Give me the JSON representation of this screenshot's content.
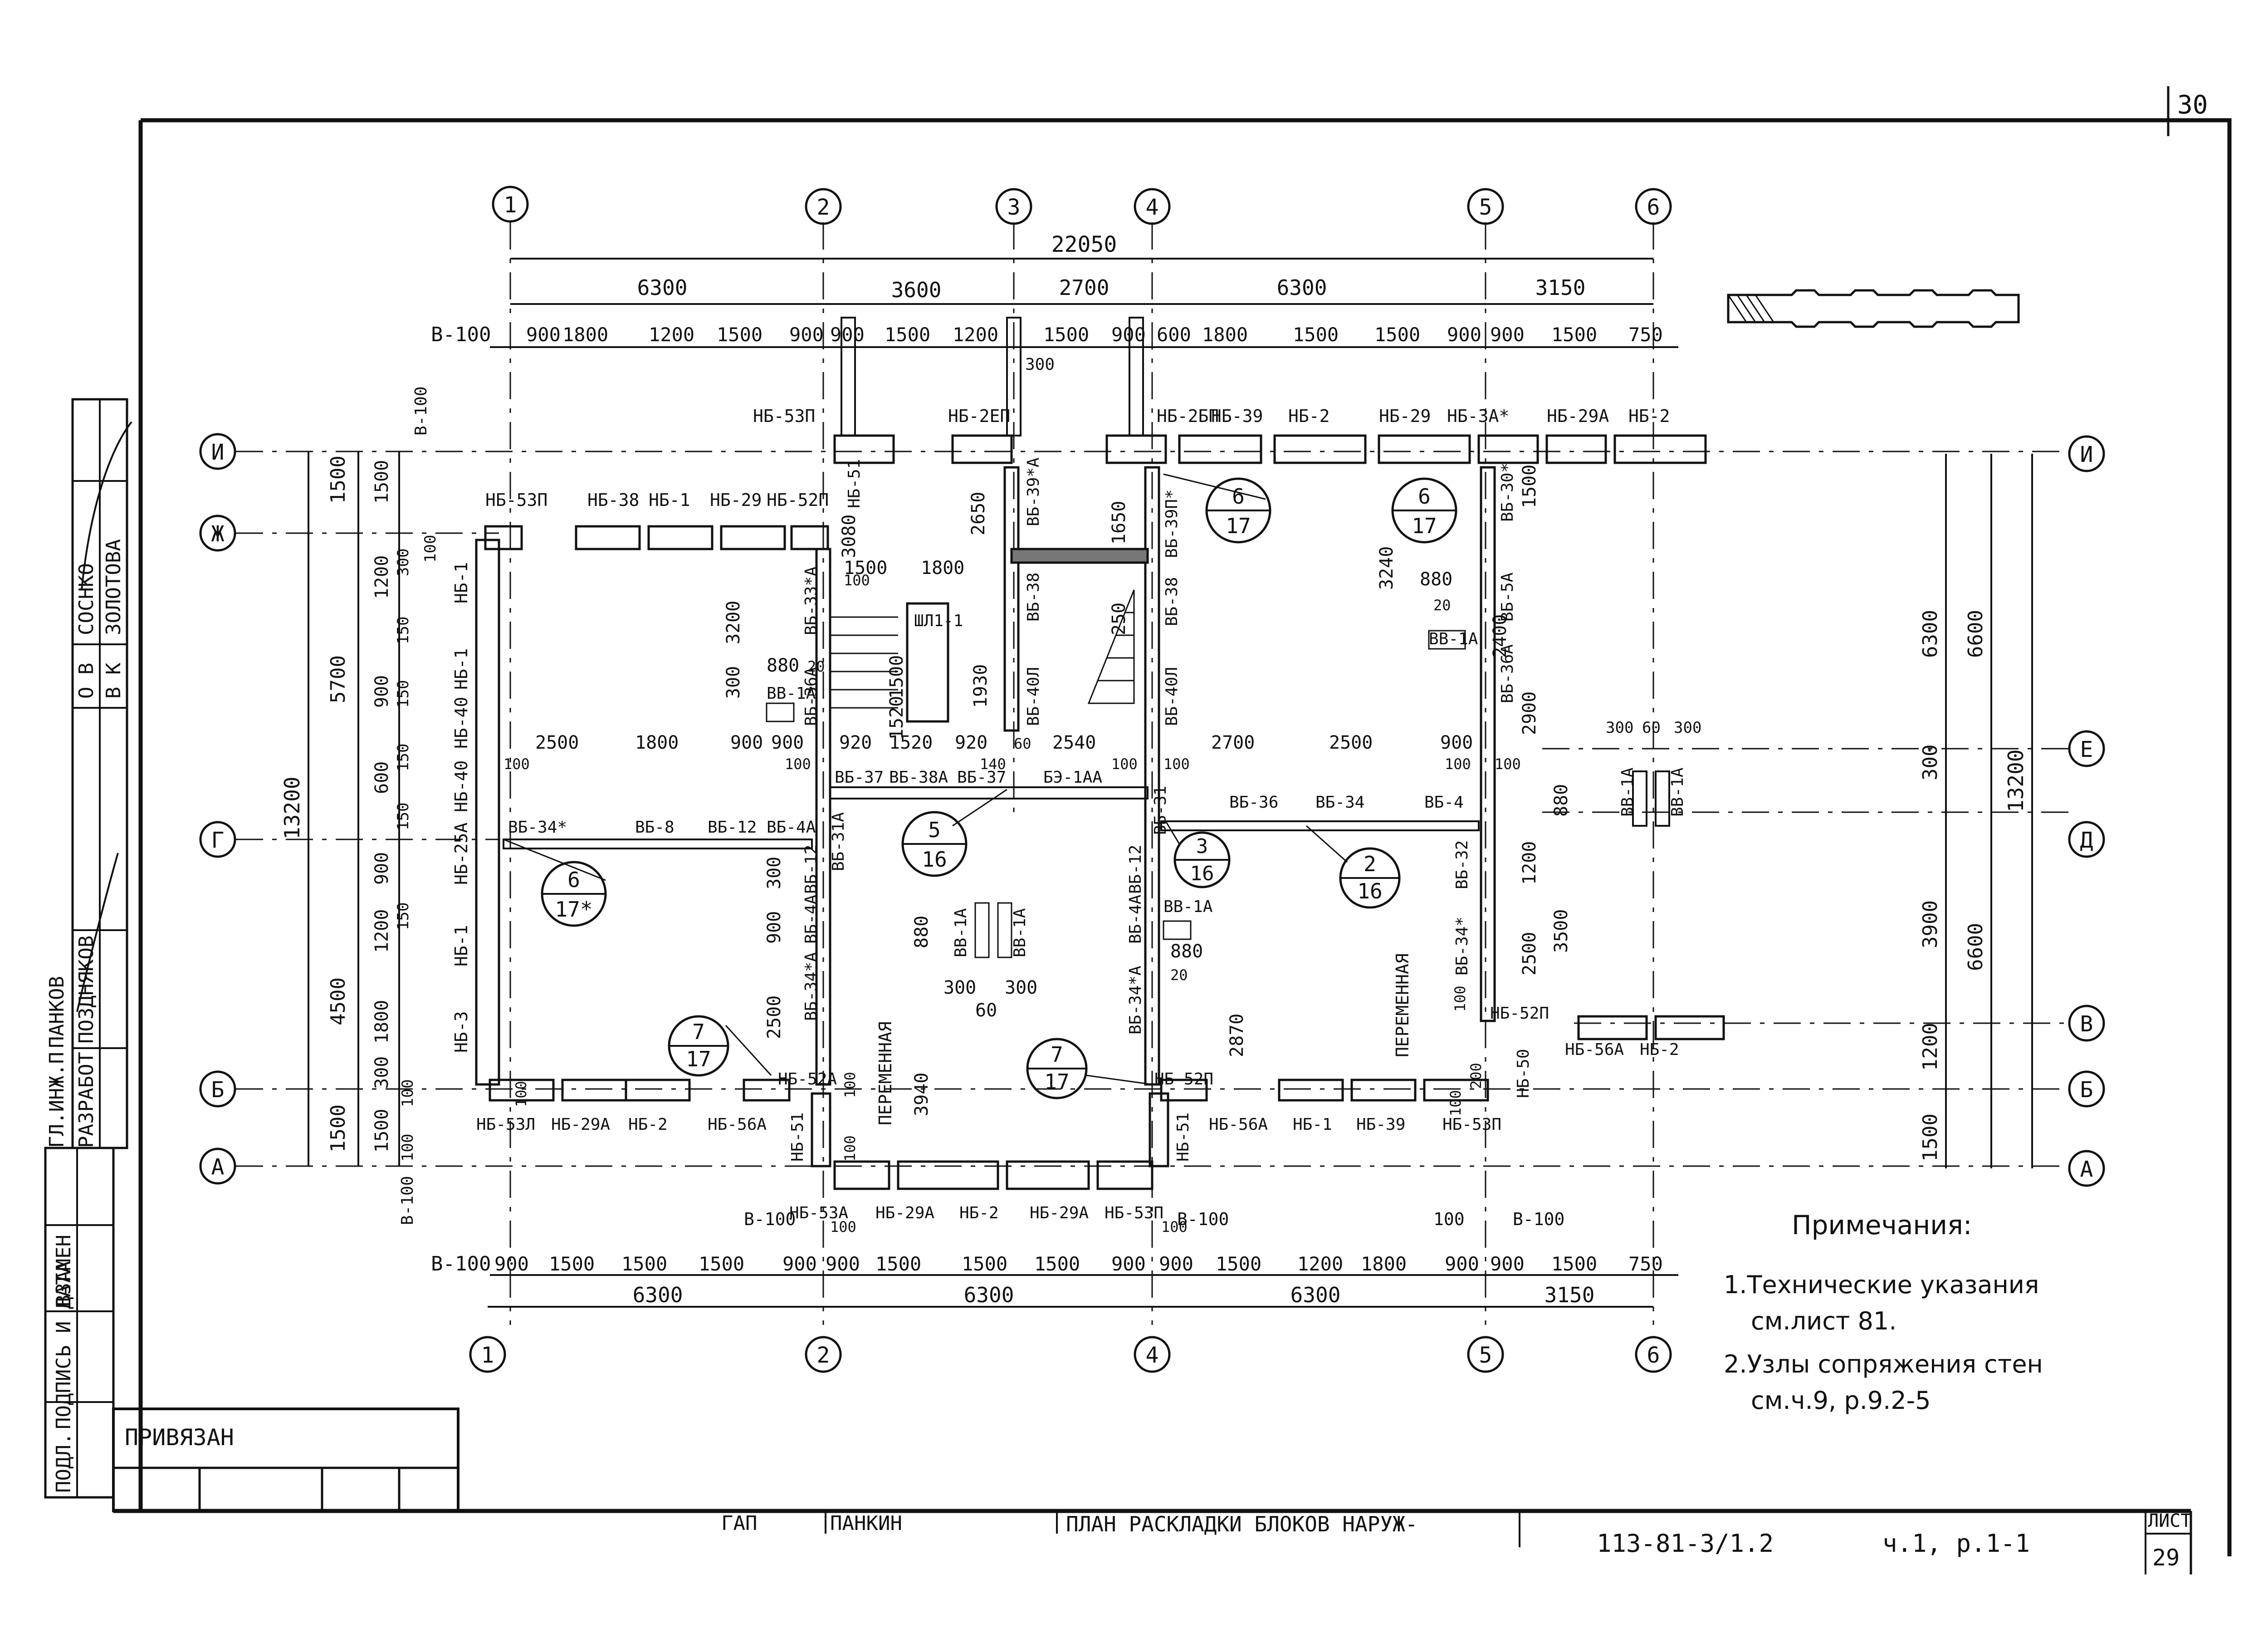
{
  "sheet": {
    "sheet_no_corner": "30",
    "sheet_label": "ЛИСТ",
    "sheet_number": "29",
    "doc_code": "113-81-3/1.2",
    "doc_part": "ч.1, р.1-1",
    "title_line1": "ПЛАН РАСКЛАДКИ БЛОКОВ НАРУЖ-",
    "gap_label": "ГАП",
    "gap_name": "ПАНКИН",
    "privyazan": "ПРИВЯЗАН"
  },
  "side_stamp": {
    "cells": [
      "ГЛ.ИНЖ.П",
      "ПАНКОВ",
      "РАЗРАБОТ",
      "ПОЗДНЯКОВ",
      "О В",
      "В К",
      "СОСНКО",
      "ЗОЛОТОВА"
    ],
    "lower_cells": [
      "ВЗАМЕН",
      "ПОДЛ.",
      "ПОДПИСЬ И ДАТА"
    ]
  },
  "axes": {
    "vertical": [
      "1",
      "2",
      "3",
      "4",
      "5",
      "6"
    ],
    "horizontal_left": [
      "И",
      "Ж",
      "Г",
      "Б",
      "А"
    ],
    "horizontal_right": [
      "И",
      "Е",
      "Д",
      "В",
      "Б",
      "А"
    ]
  },
  "dims_top": {
    "overall": "22050",
    "axis_row": [
      "6300",
      "3600",
      "2700",
      "6300",
      "3150"
    ],
    "detail_label": "В-100",
    "detail_row": [
      "900",
      "1800",
      "1200",
      "1500",
      "900",
      "900",
      "1500",
      "1200",
      "1500",
      "900",
      "600",
      "1800",
      "1500",
      "1500",
      "900",
      "900",
      "1500",
      "750"
    ],
    "small_300": "300"
  },
  "dims_bottom": {
    "axis_row": [
      "6300",
      "6300",
      "6300",
      "3150"
    ],
    "detail_label": "В-100",
    "detail_row": [
      "900",
      "1500",
      "1500",
      "1500",
      "900",
      "900",
      "1500",
      "1500",
      "1500",
      "900",
      "900",
      "1500",
      "1200",
      "1800",
      "900",
      "900",
      "1500",
      "750"
    ]
  },
  "dims_left": {
    "outer": "13200",
    "mid": [
      "5700",
      "4500",
      "1500",
      "1500"
    ],
    "inner": [
      "1500",
      "1200",
      "900",
      "600",
      "900",
      "1200",
      "1800",
      "300",
      "1500"
    ],
    "small": [
      "300",
      "150",
      "150",
      "150",
      "150",
      "150",
      "100",
      "100",
      "100"
    ],
    "b100": "В-100"
  },
  "dims_right": {
    "outer": "13200",
    "mid": [
      "6600",
      "6600"
    ],
    "inner": [
      "6300",
      "300",
      "3900",
      "1200",
      "1500"
    ]
  },
  "blocks": {
    "top": [
      "НБ-53П",
      "НБ-2ЕП",
      "НБ-2БП",
      "НБ-39",
      "НБ-2",
      "НБ-29",
      "НБ-3А*",
      "НБ-29А",
      "НБ-2"
    ],
    "row_zh": [
      "НБ-53П",
      "НБ-38",
      "НБ-1",
      "НБ-29",
      "НБ-52П"
    ],
    "left_wall": [
      "НБ-1",
      "НБ-1",
      "НБ-40",
      "НБ-40",
      "НБ-25А",
      "НБ-1",
      "НБ-3"
    ],
    "bottom": [
      "НБ-53Л",
      "НБ-29А",
      "НБ-2",
      "НБ-56А",
      "НБ-51",
      "НБ-53А",
      "НБ-29А",
      "НБ-2",
      "НБ-29А",
      "НБ-53П",
      "НБ-51",
      "НБ-56А",
      "НБ-1",
      "НБ-39",
      "НБ-53П",
      "НБ-52А",
      "НБ-52П",
      "НБ-52П",
      "НБ-56А",
      "НБ-2",
      "НБ-50",
      "НБ-51"
    ],
    "inner": [
      "ВБ-33*А",
      "ВБ-36А",
      "ВБ-38",
      "ВБ-40Л",
      "ВБ-39*А",
      "ВБ-38",
      "ВБ-40Л",
      "ВБ-39П*",
      "ВБ-30*",
      "ВБ-5А",
      "ВБ-36А",
      "ВБ-37",
      "ВБ-38А",
      "ВБ-37",
      "БЭ-1АА",
      "ВБ-34*",
      "ВБ-8",
      "ВБ-12",
      "ВБ-4А",
      "ВБ-31А",
      "ВБ-12",
      "ВБ-4А",
      "ВБ-34*А",
      "ВБ-36",
      "ВБ-34",
      "ВБ-4",
      "ВБ-32",
      "ВБ-34*",
      "ВБ-12",
      "ВБ-31",
      "ВБ-4А",
      "ВБ-34*А",
      "ВВ-1А",
      "ВВ-1А",
      "ВВ-1А",
      "ВВ-1А",
      "ВВ-1А",
      "ВВ-1А",
      "ВВ-1А",
      "ШЛ1-1"
    ]
  },
  "interior_dims": [
    "3080",
    "2650",
    "1650",
    "3240",
    "1500",
    "1800",
    "3200",
    "250",
    "880",
    "20",
    "880",
    "20",
    "300",
    "1500",
    "1930",
    "1520",
    "2500",
    "1800",
    "900",
    "900",
    "100",
    "100",
    "920",
    "1520",
    "920",
    "140",
    "60",
    "2540",
    "100",
    "100",
    "2700",
    "2500",
    "900",
    "100",
    "100",
    "2400",
    "2900",
    "1500",
    "300",
    "60",
    "300",
    "880",
    "1200",
    "3500",
    "2500",
    "880",
    "300",
    "60",
    "300",
    "880",
    "20",
    "2870",
    "3940",
    "2500",
    "900",
    "300",
    "100",
    "100",
    "100",
    "200",
    "100",
    "100",
    "100",
    "100",
    "В-100",
    "В-100",
    "В-100",
    "100",
    "100"
  ],
  "callouts": [
    {
      "num": "6",
      "den": "17"
    },
    {
      "num": "6",
      "den": "17"
    },
    {
      "num": "6",
      "den": "17*"
    },
    {
      "num": "5",
      "den": "16"
    },
    {
      "num": "3",
      "den": "16"
    },
    {
      "num": "2",
      "den": "16"
    },
    {
      "num": "7",
      "den": "17"
    },
    {
      "num": "7",
      "den": "17"
    }
  ],
  "labels": {
    "peremennaya": "ПЕРЕМЕННАЯ"
  },
  "notes": {
    "title": "Примечания:",
    "line1": "1.Технические указания",
    "line1b": "см.лист 81.",
    "line2": "2.Узлы сопряжения стен",
    "line2b": "см.ч.9, р.9.2-5"
  }
}
